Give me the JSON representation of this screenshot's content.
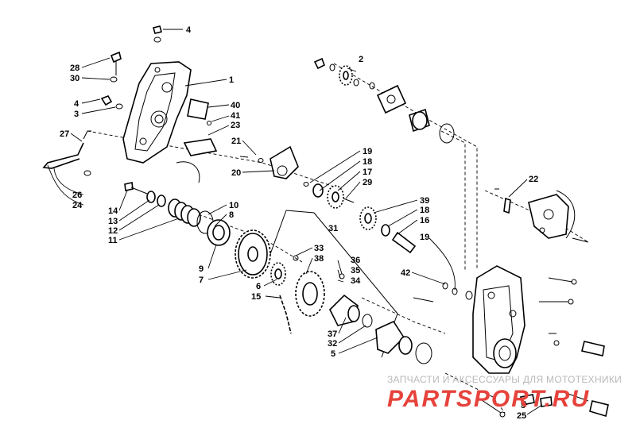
{
  "diagram": {
    "callouts": {
      "c1": "1",
      "c2": "2",
      "c3a": "3",
      "c3b": "3",
      "c4a": "4",
      "c4b": "4",
      "c5": "5",
      "c6": "6",
      "c7": "7",
      "c8": "8",
      "c9": "9",
      "c10": "10",
      "c11": "11",
      "c12": "12",
      "c13": "13",
      "c14": "14",
      "c15": "15",
      "c16": "16",
      "c17": "17",
      "c18a": "18",
      "c18b": "18",
      "c19a": "19",
      "c19b": "19",
      "c20": "20",
      "c21": "21",
      "c22": "22",
      "c23": "23",
      "c24": "24",
      "c25": "25",
      "c26": "26",
      "c27": "27",
      "c28": "28",
      "c29": "29",
      "c30": "30",
      "c31": "31",
      "c32": "32",
      "c33": "33",
      "c34": "34",
      "c35": "35",
      "c36": "36",
      "c37": "37",
      "c38": "38",
      "c39": "39",
      "c40": "40",
      "c41": "41",
      "c42": "42"
    }
  },
  "watermark": {
    "tagline": "ЗАПЧАСТИ И АКСЕССУАРЫ ДЛЯ МОТОТЕХНИКИ",
    "logo": "PARTSPORT.RU",
    "logo_color": "#e6433c"
  }
}
